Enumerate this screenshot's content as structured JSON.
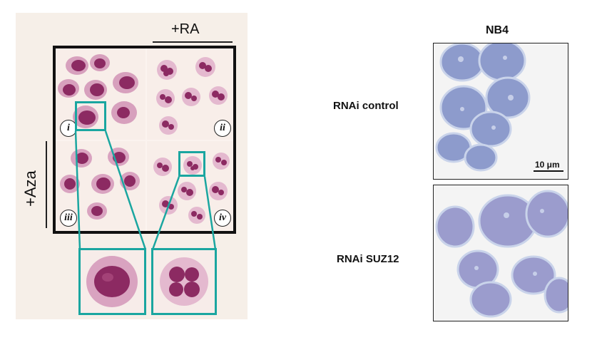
{
  "left_figure": {
    "top_label": "+RA",
    "side_label": "+Aza",
    "panel_labels": [
      "i",
      "ii",
      "iii",
      "iv"
    ],
    "highlight_color": "#1aa6a0",
    "cell_color": "#a0386f",
    "nucleus_color": "#7a1e55"
  },
  "right_figure": {
    "column_title": "NB4",
    "rows": [
      {
        "label": "RNAi control"
      },
      {
        "label": "RNAi SUZ12"
      }
    ],
    "scale_bar_label": "10 μm",
    "cell_color": "#8d9bcc",
    "nucleus_color": "#7f7fb5"
  }
}
